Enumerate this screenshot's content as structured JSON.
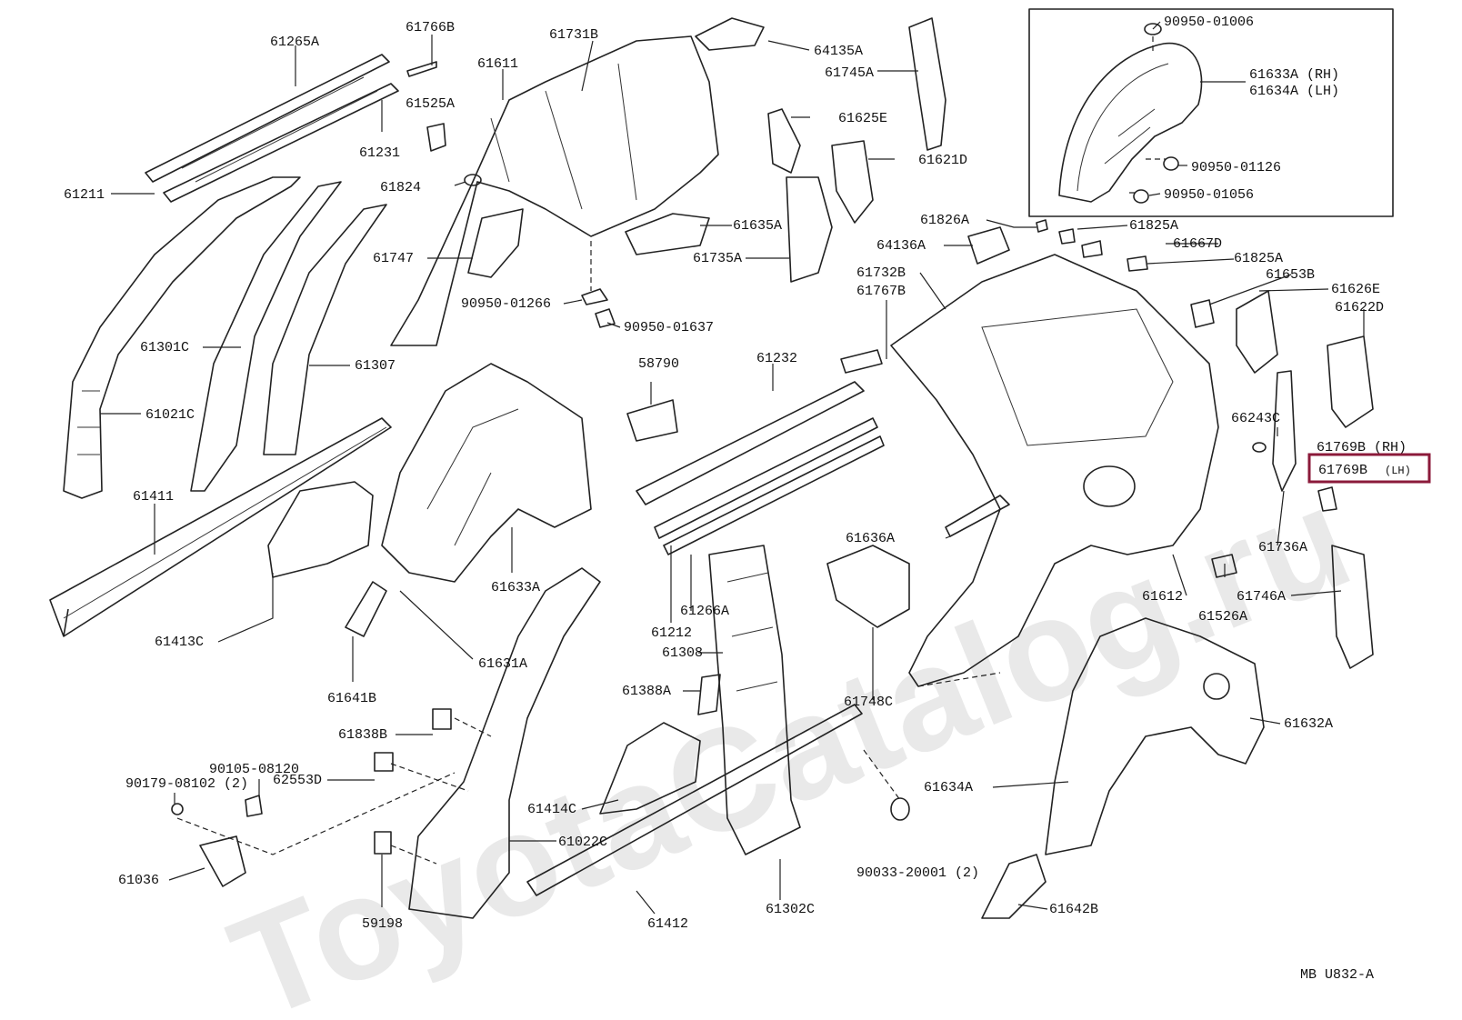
{
  "watermark": "ToyotaCatalog.ru",
  "figure_code": "MB  U832-A",
  "highlight": {
    "part": "61769B",
    "suffix": "(LH)",
    "color": "#8b1a3a"
  },
  "labels": {
    "p61265A": "61265A",
    "p61766B": "61766B",
    "p61731B": "61731B",
    "p64135A": "64135A",
    "p61745A": "61745A",
    "p61611": "61611",
    "p61525A": "61525A",
    "p61231": "61231",
    "p61211": "61211",
    "p61824": "61824",
    "p61625E": "61625E",
    "p61621D": "61621D",
    "p61635A": "61635A",
    "p61747": "61747",
    "p61735A": "61735A",
    "p9095001266": "90950-01266",
    "p9095001637": "90950-01637",
    "p61301C": "61301C",
    "p61307": "61307",
    "p61021C": "61021C",
    "p61411": "61411",
    "p61413C": "61413C",
    "p61633A": "61633A",
    "p58790": "58790",
    "p61232": "61232",
    "p61212": "61212",
    "p61266A": "61266A",
    "p61631A": "61631A",
    "p61641B": "61641B",
    "p61308": "61308",
    "p61388A": "61388A",
    "p61838B": "61838B",
    "p9010508120": "90105-08120",
    "p9017908102": "90179-08102 (2)",
    "p62553D": "62553D",
    "p61414C": "61414C",
    "p61022C": "61022C",
    "p61036": "61036",
    "p59198": "59198",
    "p61412": "61412",
    "p61302C": "61302C",
    "p61826A": "61826A",
    "p61825A_1": "61825A",
    "p61667D": "61667D",
    "p64136A": "64136A",
    "p61825A_2": "61825A",
    "p61653B": "61653B",
    "p61626E": "61626E",
    "p61622D": "61622D",
    "p61732B": "61732B",
    "p61767B": "61767B",
    "p66243C": "66243C",
    "p61769B_RH": "61769B (RH)",
    "p61769B_LH": "61769B",
    "p61769B_LH_suffix": "(LH)",
    "p61736A": "61736A",
    "p61636A": "61636A",
    "p61612": "61612",
    "p61526A": "61526A",
    "p61746A": "61746A",
    "p61748C": "61748C",
    "p61632A": "61632A",
    "p61634A": "61634A",
    "p9003320001": "90033-20001 (2)",
    "p61642B": "61642B",
    "p9095001006": "90950-01006",
    "p61633A_RH": "61633A (RH)",
    "p61634A_LH": "61634A (LH)",
    "p9095001126": "90950-01126",
    "p9095001056": "90950-01056"
  }
}
